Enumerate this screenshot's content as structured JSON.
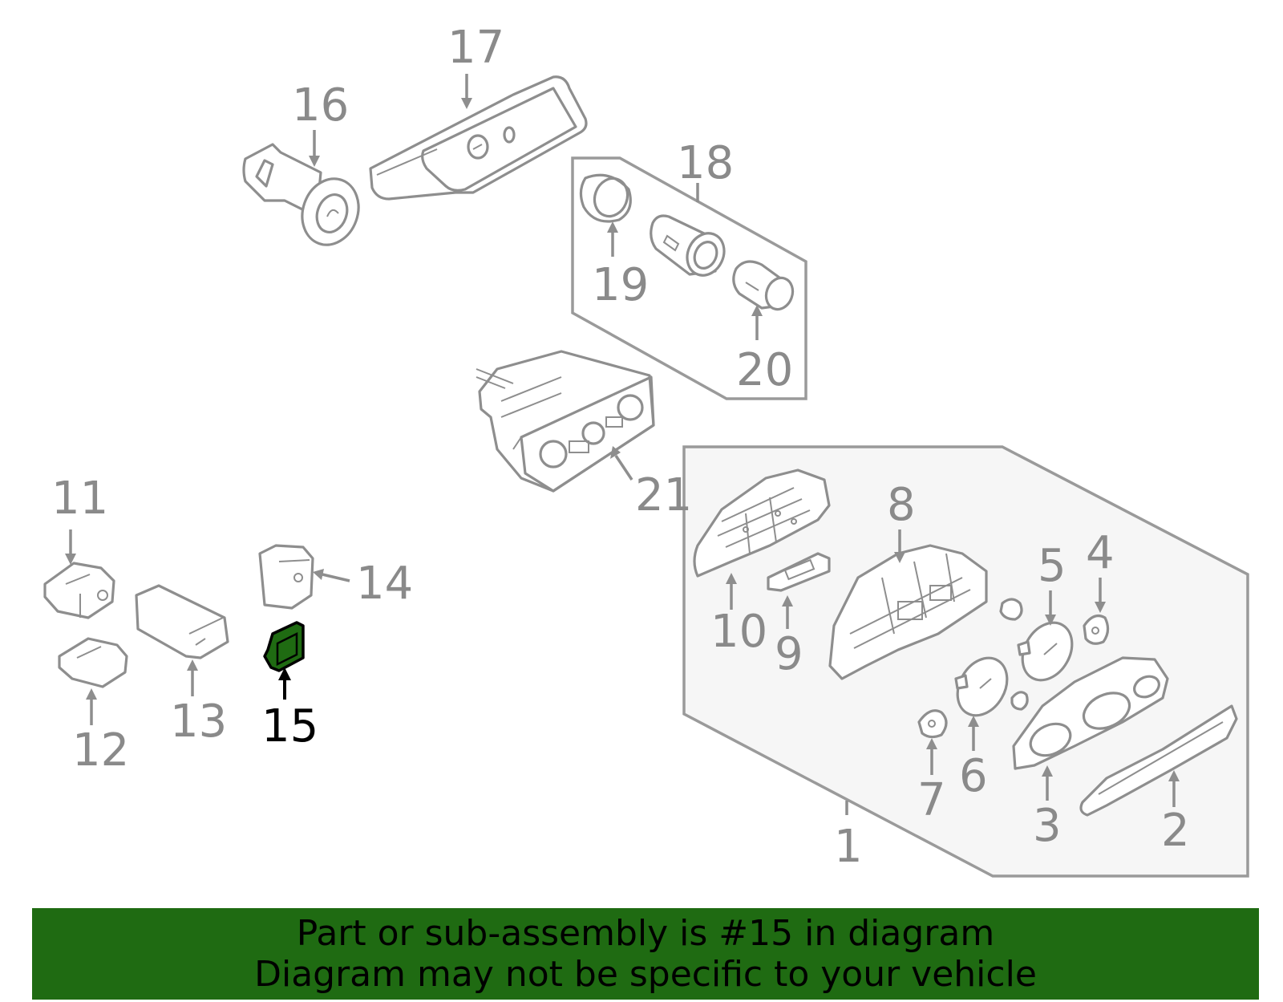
{
  "diagram": {
    "highlight_color": "#1f6b12",
    "highlighted_part": "15",
    "labels": {
      "l1": "1",
      "l2": "2",
      "l3": "3",
      "l4": "4",
      "l5": "5",
      "l6": "6",
      "l7": "7",
      "l8": "8",
      "l9": "9",
      "l10": "10",
      "l11": "11",
      "l12": "12",
      "l13": "13",
      "l14": "14",
      "l15": "15",
      "l16": "16",
      "l17": "17",
      "l18": "18",
      "l19": "19",
      "l20": "20",
      "l21": "21"
    }
  },
  "banner": {
    "line1": "Part or sub-assembly is #15 in diagram",
    "line2": "Diagram may not be specific to your vehicle"
  }
}
